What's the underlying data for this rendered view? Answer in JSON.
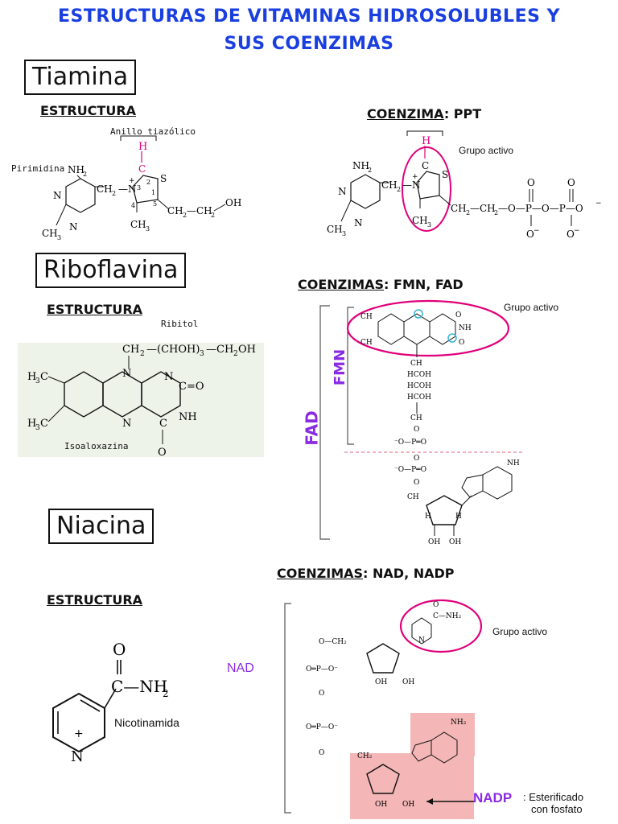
{
  "header": {
    "title_line1": "ESTRUCTURAS DE VITAMINAS HIDROSOLUBLES Y",
    "title_line2": "SUS COENZIMAS"
  },
  "tiamina": {
    "name": "Tiamina",
    "estructura_label": "ESTRUCTURA",
    "ring_note": "Anillo tiazólico",
    "pirimidina_label": "Pirimidina",
    "coenzima_word": "COENZIMA",
    "coenzima_value": ": PPT",
    "grupo_activo": "Grupo activo"
  },
  "riboflavina": {
    "name": "Riboflavina",
    "estructura_label": "ESTRUCTURA",
    "ribitol_label": "Ribitol",
    "isoaloxazina_label": "Isoaloxazina",
    "coenzimas_word": "COENZIMAS",
    "coenzimas_value": ": FMN, FAD",
    "grupo_activo": "Grupo activo",
    "fmn_bracket": "FMN",
    "fad_bracket": "FAD"
  },
  "niacina": {
    "name": "Niacina",
    "estructura_label": "ESTRUCTURA",
    "nicotinamida_label": "Nicotinamida",
    "coenzimas_word": "COENZIMAS",
    "coenzimas_value": ": NAD, NADP",
    "nad_label": "NAD",
    "grupo_activo": "Grupo activo",
    "nadp_label": "NADP",
    "nadp_note_1": ": Esterificado",
    "nadp_note_2": "con fosfato"
  },
  "colors": {
    "title_blue": "#1a3fe0",
    "magenta": "#e0007a",
    "purple": "#8a2be2",
    "pink_fill": "#f4b6b6",
    "cyan": "#33b5d6"
  }
}
